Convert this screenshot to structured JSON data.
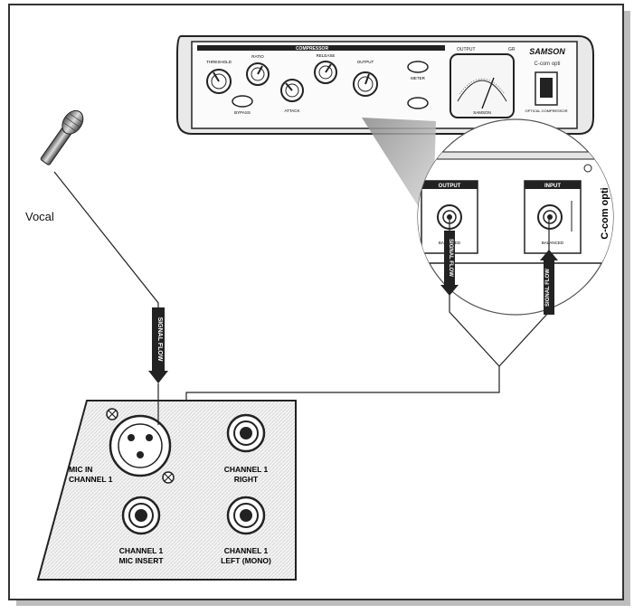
{
  "vocal_label": "Vocal",
  "signal_flow_label": "SIGNAL FLOW",
  "compressor": {
    "brand": "SAMSON",
    "model": "C-com opti",
    "section_title": "COMPRESSOR",
    "output_label": "OUTPUT",
    "gr_label": "GR",
    "knobs": [
      "THRESHOLD",
      "RATIO",
      "RELEASE",
      "OUTPUT"
    ],
    "attack_label": "ATTACK",
    "buttons": [
      "BYPASS",
      "METER"
    ],
    "vu_label": "SAMSON",
    "power_caption": "OPTICAL COMPRESSOR"
  },
  "zoom": {
    "output_label": "OUTPUT",
    "input_label": "INPUT",
    "balanced_label": "BALANCED",
    "model_label": "C-com opti"
  },
  "mixer": {
    "mic_in": "MIC IN",
    "mic_in_channel": "CHANNEL 1",
    "ch1_right_1": "CHANNEL 1",
    "ch1_right_2": "RIGHT",
    "ch1_insert_1": "CHANNEL 1",
    "ch1_insert_2": "MIC INSERT",
    "ch1_left_1": "CHANNEL 1",
    "ch1_left_2": "LEFT (MONO)"
  }
}
